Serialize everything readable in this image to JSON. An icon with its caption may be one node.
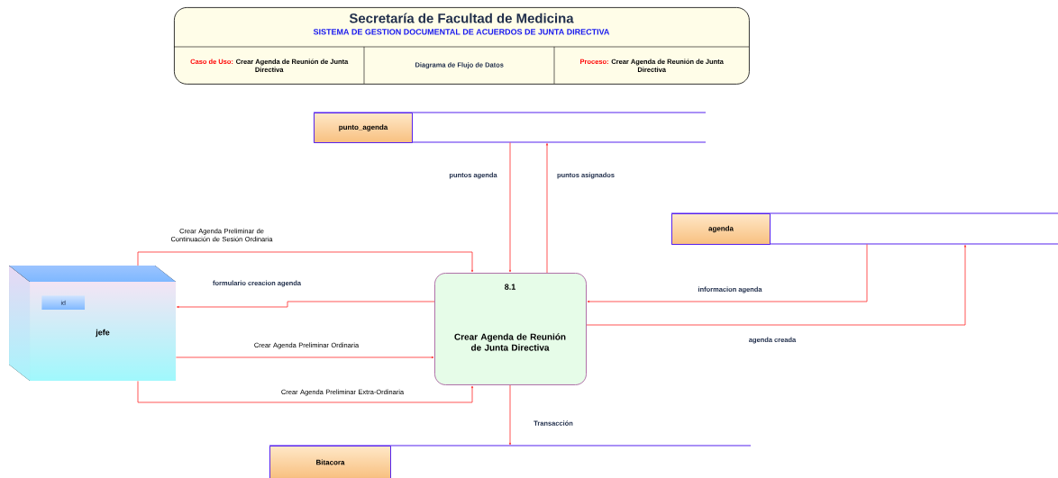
{
  "diagram": {
    "nodes": [
      {
        "text": [
          "Secretaría de Facultad de Medicina",
          "SISTEMA DE GESTION DOCUMENTAL DE ACUERDOS DE JUNTA DIRECTIVA"
        ]
      },
      {
        "text": [
          "Caso de Uso:",
          "Crear Agenda de Reunión de Junta Directiva"
        ],
        "in": 0
      },
      {
        "text": [
          "Diagrama de Flujo de Datos"
        ],
        "in": 0
      },
      {
        "text": [
          "Proceso:",
          "Crear Agenda de Reunión de Junta Directiva"
        ],
        "in": 0
      },
      {
        "text": [
          "punto_agenda"
        ]
      },
      {
        "text": [
          "agenda"
        ]
      },
      {
        "text": [
          "jefe"
        ]
      },
      {
        "text": [
          "id"
        ],
        "in": 6
      },
      {
        "text": [
          "8.1",
          "Crear Agenda de Reunión de Junta Directiva"
        ]
      },
      {
        "text": [
          "Bitacora"
        ]
      }
    ],
    "edges": [
      {
        "from": 4,
        "to": 8,
        "arrow": "to",
        "label": "puntos agenda"
      },
      {
        "from": 8,
        "to": 4,
        "arrow": "to",
        "label": "puntos asignados"
      },
      {
        "from": 5,
        "to": 8,
        "arrow": "to",
        "label": "informacion agenda"
      },
      {
        "from": 8,
        "to": 5,
        "arrow": "to",
        "label": "agenda creada"
      },
      {
        "from": 6,
        "to": 8,
        "arrow": "to",
        "label": "Crear Agenda Preliminar de Continuación de Sesión Ordinaria"
      },
      {
        "from": 8,
        "to": 6,
        "arrow": "to",
        "label": "formulario creacion agenda"
      },
      {
        "from": 6,
        "to": 8,
        "arrow": "to",
        "label": "Crear Agenda Preliminar Ordinaria"
      },
      {
        "from": 6,
        "to": 8,
        "arrow": "to",
        "label": "Crear Agenda Preliminar Extra-Ordinaria"
      },
      {
        "from": 8,
        "to": 9,
        "arrow": "to",
        "label": "Transacción"
      }
    ]
  }
}
